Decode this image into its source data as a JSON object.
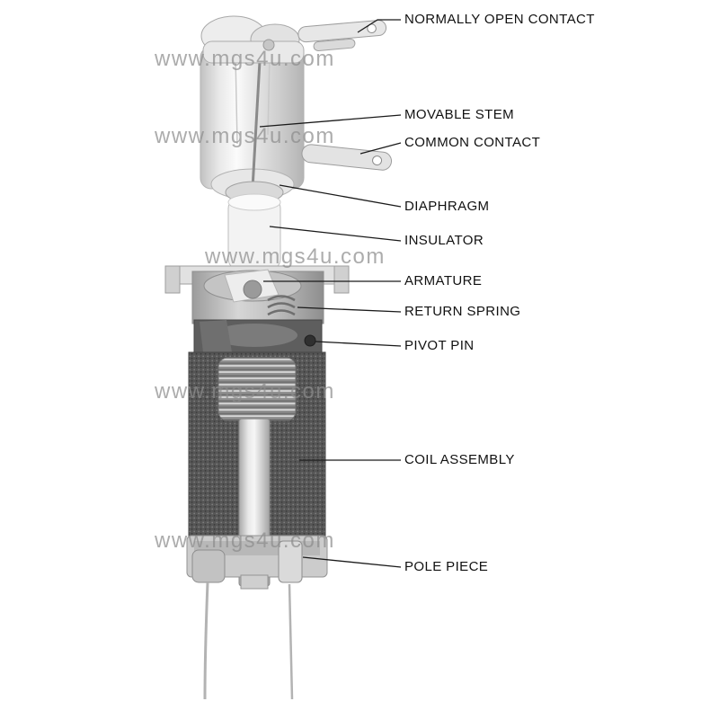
{
  "diagram": {
    "subject": "relay-cutaway-diagram",
    "watermark": {
      "text": "www.mgs4u.com"
    },
    "labels": [
      {
        "text": "NORMALLY OPEN CONTACT"
      },
      {
        "text": "MOVABLE STEM"
      },
      {
        "text": "COMMON CONTACT"
      },
      {
        "text": "DIAPHRAGM"
      },
      {
        "text": "INSULATOR"
      },
      {
        "text": "ARMATURE"
      },
      {
        "text": "RETURN SPRING"
      },
      {
        "text": "PIVOT PIN"
      },
      {
        "text": "COIL ASSEMBLY"
      },
      {
        "text": "POLE PIECE"
      }
    ],
    "colors": {
      "background": "#ffffff",
      "label_text": "#111111",
      "leader_line": "#1a1a1a",
      "watermark": "#8c8c8c"
    }
  }
}
